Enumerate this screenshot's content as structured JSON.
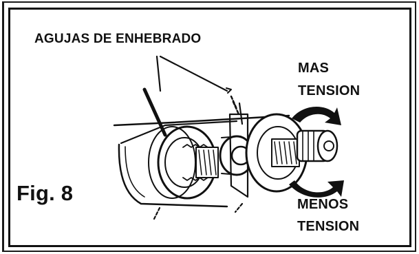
{
  "figure": {
    "caption": "Fig. 8",
    "label_needles": "AGUJAS DE ENHEBRADO",
    "label_more_line1": "MAS",
    "label_more_line2": "TENSION",
    "label_less_line1": "MENOS",
    "label_less_line2": "TENSION"
  }
}
